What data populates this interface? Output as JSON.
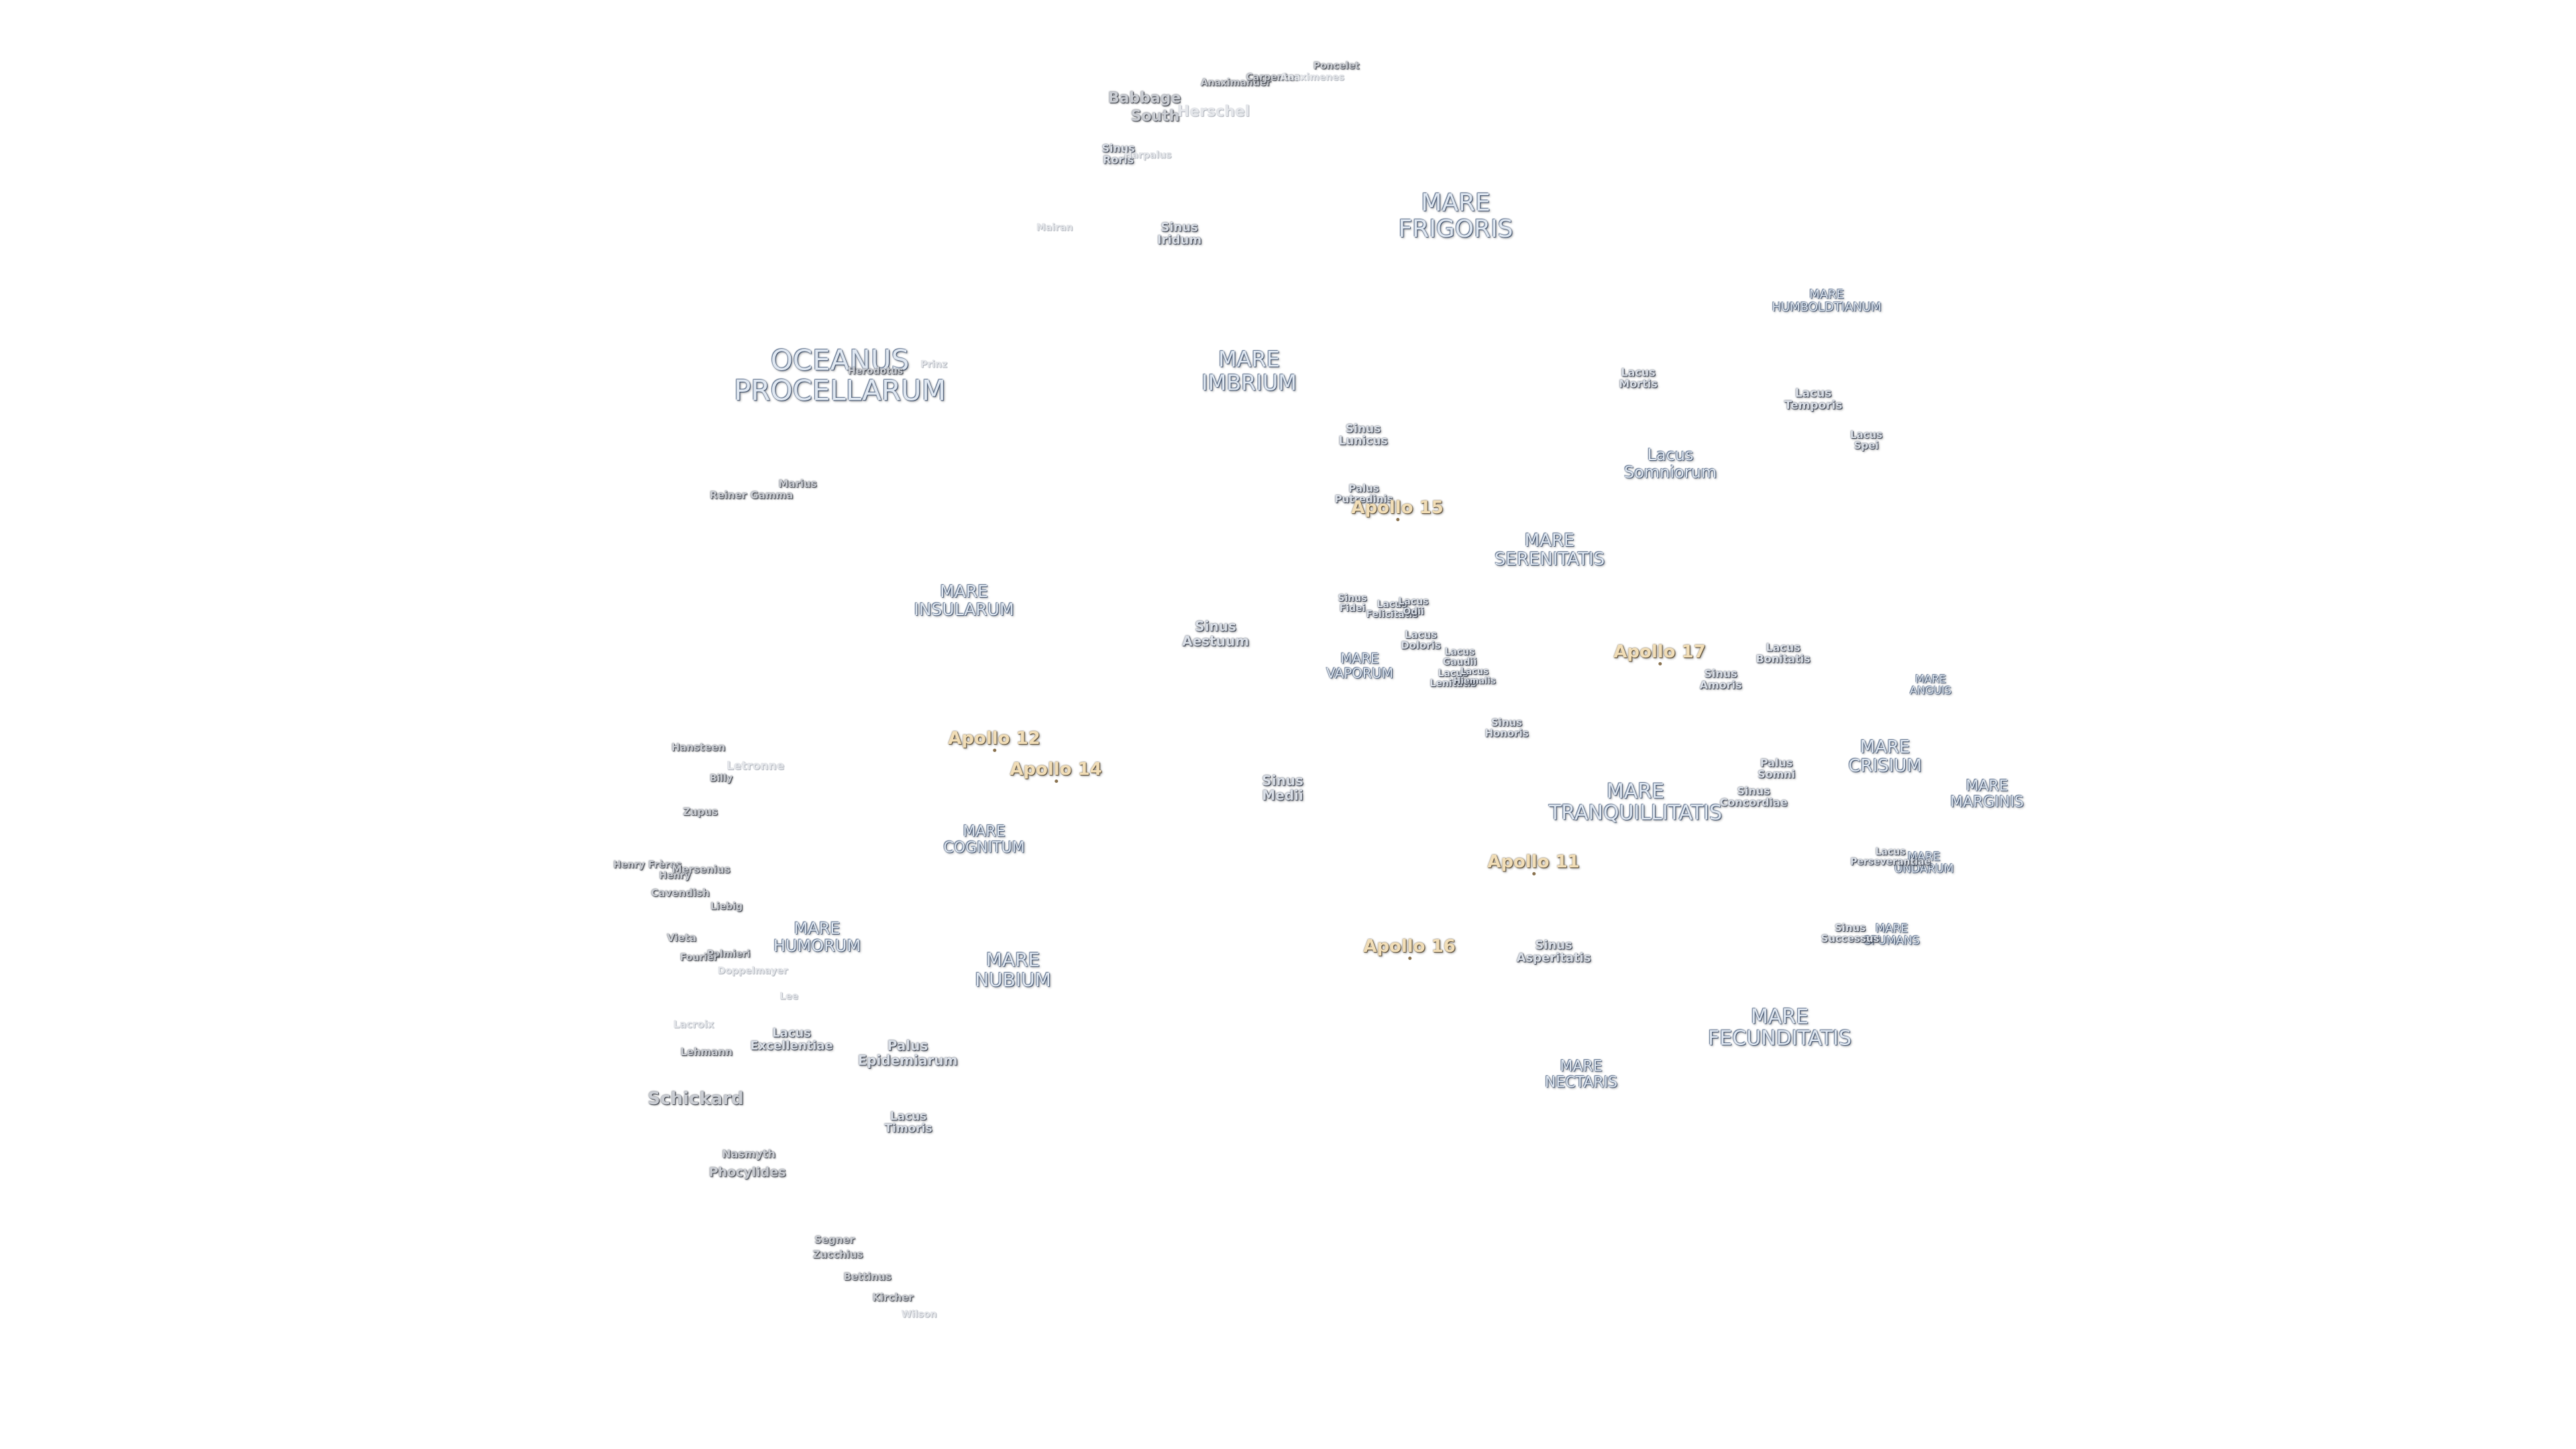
{
  "labels": [
    {
      "id": "oceanus-procellarum",
      "text": [
        "OCEANUS",
        "PROCELLARUM"
      ],
      "type": "mare",
      "size": 42
    },
    {
      "id": "mare-frigoris",
      "text": [
        "MARE",
        "FRIGORIS"
      ],
      "type": "mare",
      "size": 36
    },
    {
      "id": "mare-imbrium",
      "text": [
        "MARE",
        "IMBRIUM"
      ],
      "type": "mare",
      "size": 32
    },
    {
      "id": "mare-serenitatis",
      "text": [
        "MARE",
        "SERENITATIS"
      ],
      "type": "mare",
      "size": 26
    },
    {
      "id": "mare-tranquillitatis",
      "text": [
        "MARE",
        "TRANQUILLITATIS"
      ],
      "type": "mare",
      "size": 30
    },
    {
      "id": "mare-fecunditatis",
      "text": [
        "MARE",
        "FECUNDITATIS"
      ],
      "type": "mare",
      "size": 30
    },
    {
      "id": "mare-nectaris",
      "text": [
        "MARE",
        "NECTARIS"
      ],
      "type": "mare",
      "size": 22
    },
    {
      "id": "mare-nubium",
      "text": [
        "MARE",
        "NUBIUM"
      ],
      "type": "mare",
      "size": 28
    },
    {
      "id": "mare-humorum",
      "text": [
        "MARE",
        "HUMORUM"
      ],
      "type": "mare",
      "size": 24
    },
    {
      "id": "mare-cognitum",
      "text": [
        "MARE",
        "COGNITUM"
      ],
      "type": "mare",
      "size": 22
    },
    {
      "id": "mare-insularum",
      "text": [
        "MARE",
        "INSULARUM"
      ],
      "type": "mare",
      "size": 25
    },
    {
      "id": "mare-vaporum",
      "text": [
        "MARE",
        "VAPORUM"
      ],
      "type": "mare",
      "size": 20
    },
    {
      "id": "mare-crisium",
      "text": [
        "MARE",
        "CRISIUM"
      ],
      "type": "mare",
      "size": 26
    },
    {
      "id": "mare-marginis",
      "text": [
        "MARE",
        "MARGINIS"
      ],
      "type": "mare",
      "size": 22
    },
    {
      "id": "mare-anguis",
      "text": [
        "MARE",
        "ANGUIS"
      ],
      "type": "mare",
      "size": 16
    },
    {
      "id": "mare-humboldtianum",
      "text": [
        "MARE",
        "HUMBOLDTIANUM"
      ],
      "type": "mare",
      "size": 18
    },
    {
      "id": "mare-undarum",
      "text": [
        "MARE",
        "UNDARUM"
      ],
      "type": "mare",
      "size": 17
    },
    {
      "id": "mare-spumans",
      "text": [
        "MARE",
        "SPUMANS"
      ],
      "type": "mare",
      "size": 17
    },
    {
      "id": "lacus-somniorum",
      "text": [
        "Lacus",
        "Somniorum"
      ],
      "type": "mare",
      "size": 24
    },
    {
      "id": "sinus-iridum",
      "text": [
        "Sinus",
        "Iridum"
      ],
      "type": "minor",
      "size": 18
    },
    {
      "id": "sinus-roris",
      "text": [
        "Sinus",
        "Roris"
      ],
      "type": "minor",
      "size": 16
    },
    {
      "id": "sinus-lunicus",
      "text": [
        "Sinus",
        "Lunicus"
      ],
      "type": "minor",
      "size": 17
    },
    {
      "id": "palus-putredinis",
      "text": [
        "Palus",
        "Putredinis"
      ],
      "type": "minor",
      "size": 15
    },
    {
      "id": "sinus-aestuum",
      "text": [
        "Sinus",
        "Aestuum"
      ],
      "type": "minor",
      "size": 20
    },
    {
      "id": "sinus-medii",
      "text": [
        "Sinus",
        "Medii"
      ],
      "type": "minor",
      "size": 20
    },
    {
      "id": "sinus-fidei",
      "text": [
        "Sinus",
        "Fidei"
      ],
      "type": "minor",
      "size": 14
    },
    {
      "id": "lacus-felicitatis",
      "text": [
        "Lacus",
        "Felicitatis"
      ],
      "type": "minor",
      "size": 14
    },
    {
      "id": "lacus-odii",
      "text": [
        "Lacus",
        "Odii"
      ],
      "type": "minor",
      "size": 14
    },
    {
      "id": "lacus-doloris",
      "text": [
        "Lacus",
        "Doloris"
      ],
      "type": "minor",
      "size": 15
    },
    {
      "id": "lacus-gaudii",
      "text": [
        "Lacus",
        "Gaudii"
      ],
      "type": "minor",
      "size": 14
    },
    {
      "id": "lacus-lenitatis",
      "text": [
        "Lacus",
        "Lenitatis"
      ],
      "type": "minor",
      "size": 14
    },
    {
      "id": "lacus-hiemalis",
      "text": [
        "Lacus",
        "Hiemalis"
      ],
      "type": "minor",
      "size": 13
    },
    {
      "id": "sinus-honoris",
      "text": [
        "Sinus",
        "Honoris"
      ],
      "type": "minor",
      "size": 15
    },
    {
      "id": "lacus-mortis",
      "text": [
        "Lacus",
        "Mortis"
      ],
      "type": "minor",
      "size": 16
    },
    {
      "id": "lacus-temporis",
      "text": [
        "Lacus",
        "Temporis"
      ],
      "type": "minor",
      "size": 17
    },
    {
      "id": "lacus-spei",
      "text": [
        "Lacus",
        "Spei"
      ],
      "type": "minor",
      "size": 15
    },
    {
      "id": "sinus-amoris",
      "text": [
        "Sinus",
        "Amoris"
      ],
      "type": "minor",
      "size": 16
    },
    {
      "id": "lacus-bonitatis",
      "text": [
        "Lacus",
        "Bonitatis"
      ],
      "type": "minor",
      "size": 16
    },
    {
      "id": "palus-somni",
      "text": [
        "Palus",
        "Somni"
      ],
      "type": "minor",
      "size": 16
    },
    {
      "id": "sinus-concordiae",
      "text": [
        "Sinus",
        "Concordiae"
      ],
      "type": "minor",
      "size": 16
    },
    {
      "id": "lacus-perseverantiae",
      "text": [
        "Lacus",
        "Perseverantiae"
      ],
      "type": "minor",
      "size": 14
    },
    {
      "id": "sinus-successus",
      "text": [
        "Sinus",
        "Successus"
      ],
      "type": "minor",
      "size": 15
    },
    {
      "id": "sinus-asperitatis",
      "text": [
        "Sinus",
        "Asperitatis"
      ],
      "type": "minor",
      "size": 18
    },
    {
      "id": "lacus-excellentiae",
      "text": [
        "Lacus",
        "Excellentiae"
      ],
      "type": "minor",
      "size": 18
    },
    {
      "id": "palus-epidemiarum",
      "text": [
        "Palus",
        "Epidemiarum"
      ],
      "type": "minor",
      "size": 20
    },
    {
      "id": "lacus-timoris",
      "text": [
        "Lacus",
        "Timoris"
      ],
      "type": "minor",
      "size": 17
    },
    {
      "id": "apollo-11",
      "text": [
        "Apollo 11"
      ],
      "type": "apollo",
      "size": 26
    },
    {
      "id": "apollo-12",
      "text": [
        "Apollo 12"
      ],
      "type": "apollo",
      "size": 26
    },
    {
      "id": "apollo-14",
      "text": [
        "Apollo 14"
      ],
      "type": "apollo",
      "size": 26
    },
    {
      "id": "apollo-15",
      "text": [
        "Apollo 15"
      ],
      "type": "apollo",
      "size": 26
    },
    {
      "id": "apollo-16",
      "text": [
        "Apollo 16"
      ],
      "type": "apollo",
      "size": 26
    },
    {
      "id": "apollo-17",
      "text": [
        "Apollo 17"
      ],
      "type": "apollo",
      "size": 26
    },
    {
      "id": "babbage",
      "text": [
        "Babbage"
      ],
      "type": "crater",
      "size": 22
    },
    {
      "id": "south",
      "text": [
        "South"
      ],
      "type": "crater",
      "size": 22
    },
    {
      "id": "herschel",
      "text": [
        "Herschel"
      ],
      "type": "faint",
      "size": 22
    },
    {
      "id": "anaximander",
      "text": [
        "Anaximander"
      ],
      "type": "crater",
      "size": 14
    },
    {
      "id": "carpenter",
      "text": [
        "Carpenter"
      ],
      "type": "crater",
      "size": 14
    },
    {
      "id": "anaximenes",
      "text": [
        "Anaximenes"
      ],
      "type": "faint",
      "size": 14
    },
    {
      "id": "poncelet",
      "text": [
        "Poncelet"
      ],
      "type": "crater",
      "size": 14
    },
    {
      "id": "harpalus",
      "text": [
        "Harpalus"
      ],
      "type": "faint",
      "size": 14
    },
    {
      "id": "mairan",
      "text": [
        "Mairan"
      ],
      "type": "faint",
      "size": 14
    },
    {
      "id": "prinz",
      "text": [
        "Prinz"
      ],
      "type": "faint",
      "size": 14
    },
    {
      "id": "herodotus",
      "text": [
        "Herodotus"
      ],
      "type": "crater",
      "size": 14
    },
    {
      "id": "marius",
      "text": [
        "Marius"
      ],
      "type": "crater",
      "size": 15
    },
    {
      "id": "reiner-gamma",
      "text": [
        "Reiner Gamma"
      ],
      "type": "crater",
      "size": 15
    },
    {
      "id": "hansteen",
      "text": [
        "Hansteen"
      ],
      "type": "crater",
      "size": 15
    },
    {
      "id": "letronne",
      "text": [
        "Letronne"
      ],
      "type": "faint",
      "size": 17
    },
    {
      "id": "billy",
      "text": [
        "Billy"
      ],
      "type": "crater",
      "size": 14
    },
    {
      "id": "zupus",
      "text": [
        "Zupus"
      ],
      "type": "crater",
      "size": 15
    },
    {
      "id": "henry-freres",
      "text": [
        "Henry Frères"
      ],
      "type": "crater",
      "size": 14
    },
    {
      "id": "mersenius",
      "text": [
        "Mersenius"
      ],
      "type": "crater",
      "size": 15
    },
    {
      "id": "henry",
      "text": [
        "Henry"
      ],
      "type": "crater",
      "size": 14
    },
    {
      "id": "cavendish",
      "text": [
        "Cavendish"
      ],
      "type": "crater",
      "size": 15
    },
    {
      "id": "liebig",
      "text": [
        "Liebig"
      ],
      "type": "crater",
      "size": 14
    },
    {
      "id": "vieta",
      "text": [
        "Vieta"
      ],
      "type": "crater",
      "size": 15
    },
    {
      "id": "palmieri",
      "text": [
        "Palmieri"
      ],
      "type": "crater",
      "size": 14
    },
    {
      "id": "fourier",
      "text": [
        "Fourier"
      ],
      "type": "crater",
      "size": 14
    },
    {
      "id": "doppelmayer",
      "text": [
        "Doppelmayer"
      ],
      "type": "faint",
      "size": 14
    },
    {
      "id": "lee",
      "text": [
        "Lee"
      ],
      "type": "faint",
      "size": 14
    },
    {
      "id": "lacroix",
      "text": [
        "Lacroix"
      ],
      "type": "faint",
      "size": 15
    },
    {
      "id": "lehmann",
      "text": [
        "Lehmann"
      ],
      "type": "crater",
      "size": 15
    },
    {
      "id": "schickard",
      "text": [
        "Schickard"
      ],
      "type": "crater",
      "size": 26
    },
    {
      "id": "nasmyth",
      "text": [
        "Nasmyth"
      ],
      "type": "crater",
      "size": 16
    },
    {
      "id": "phocylides",
      "text": [
        "Phocylides"
      ],
      "type": "crater",
      "size": 19
    },
    {
      "id": "segner",
      "text": [
        "Segner"
      ],
      "type": "crater",
      "size": 15
    },
    {
      "id": "zucchius",
      "text": [
        "Zucchius"
      ],
      "type": "crater",
      "size": 15
    },
    {
      "id": "bettinus",
      "text": [
        "Bettinus"
      ],
      "type": "crater",
      "size": 15
    },
    {
      "id": "kircher",
      "text": [
        "Kircher"
      ],
      "type": "crater",
      "size": 15
    },
    {
      "id": "wilson",
      "text": [
        "Wilson"
      ],
      "type": "faint",
      "size": 14
    }
  ]
}
